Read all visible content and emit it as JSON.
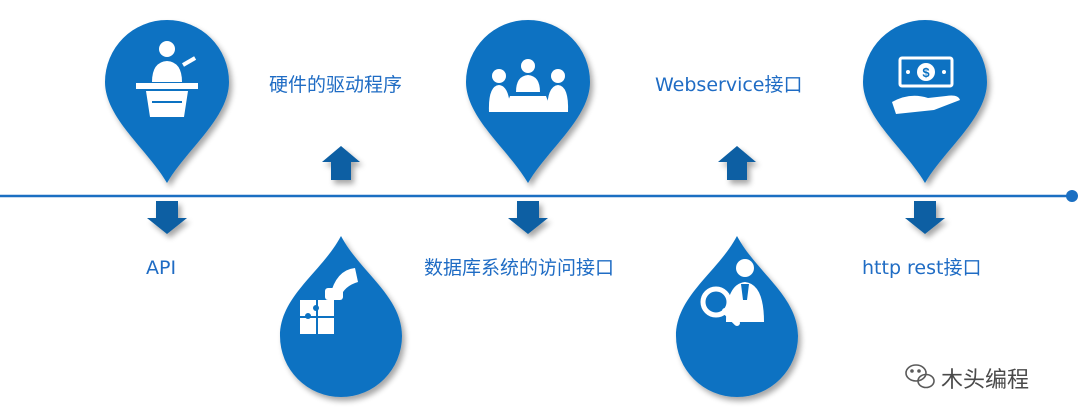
{
  "colors": {
    "primary": "#0c72c2",
    "primary_dark": "#0a5ea3",
    "line": "#1b6fc2",
    "label": "#1f6cc4",
    "icon": "#ffffff",
    "watermark": "#4a4a4a"
  },
  "items": [
    {
      "label": "API",
      "icon": "presenter-at-podium-icon"
    },
    {
      "label": "硬件的驱动程序",
      "icon": "puzzle-hand-icon"
    },
    {
      "label": "数据库系统的访问接口",
      "icon": "meeting-table-icon"
    },
    {
      "label": "Webservice接口",
      "icon": "magnifier-person-icon"
    },
    {
      "label": "http rest接口",
      "icon": "money-in-hand-icon"
    }
  ],
  "watermark": {
    "text": "木头编程",
    "icon": "wechat-icon"
  }
}
